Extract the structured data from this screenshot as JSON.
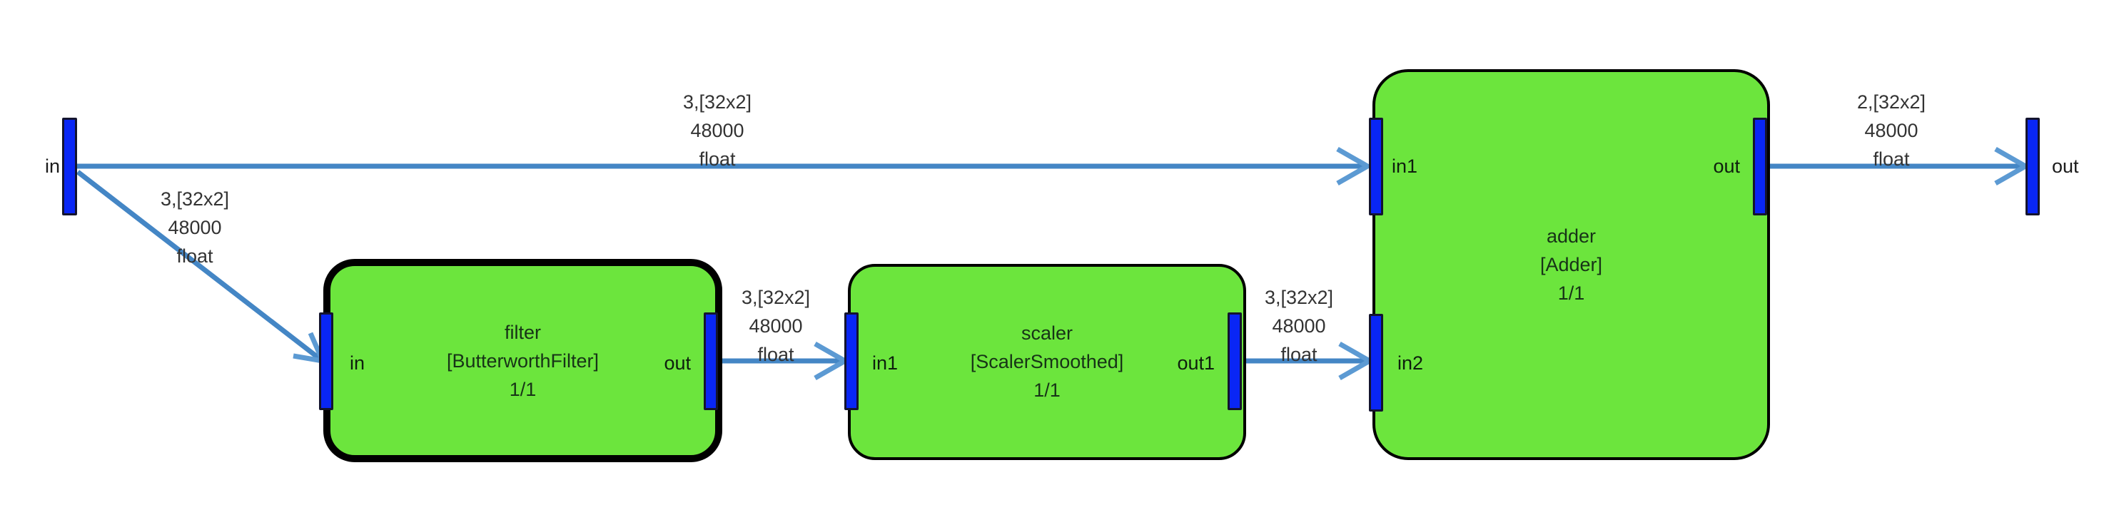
{
  "io": {
    "input_label": "in",
    "output_label": "out"
  },
  "nodes": [
    {
      "name": "filter",
      "type": "[ButterworthFilter]",
      "ratio": "1/1",
      "selected": true,
      "port_in": "in",
      "port_out": "out"
    },
    {
      "name": "scaler",
      "type": "[ScalerSmoothed]",
      "ratio": "1/1",
      "selected": false,
      "port_in": "in1",
      "port_out": "out1"
    },
    {
      "name": "adder",
      "type": "[Adder]",
      "ratio": "1/1",
      "selected": false,
      "port_in1": "in1",
      "port_in2": "in2",
      "port_out": "out"
    }
  ],
  "edges": [
    {
      "name": "in-to-adder-in1",
      "lines": [
        "3,[32x2]",
        "48000",
        "float"
      ]
    },
    {
      "name": "in-to-filter-in",
      "lines": [
        "3,[32x2]",
        "48000",
        "float"
      ]
    },
    {
      "name": "filter-out-to-scaler-in1",
      "lines": [
        "3,[32x2]",
        "48000",
        "float"
      ]
    },
    {
      "name": "scaler-out1-to-adder-in2",
      "lines": [
        "3,[32x2]",
        "48000",
        "float"
      ]
    },
    {
      "name": "adder-out-to-out",
      "lines": [
        "2,[32x2]",
        "48000",
        "float"
      ]
    }
  ],
  "colors": {
    "node_fill": "#6CE53D",
    "node_border": "#000000",
    "port_fill": "#0926F5",
    "edge": "#4486C5",
    "edge_head": "#5C9AD3",
    "edge_label_text": "#333333",
    "background": "#FFFFFF"
  }
}
